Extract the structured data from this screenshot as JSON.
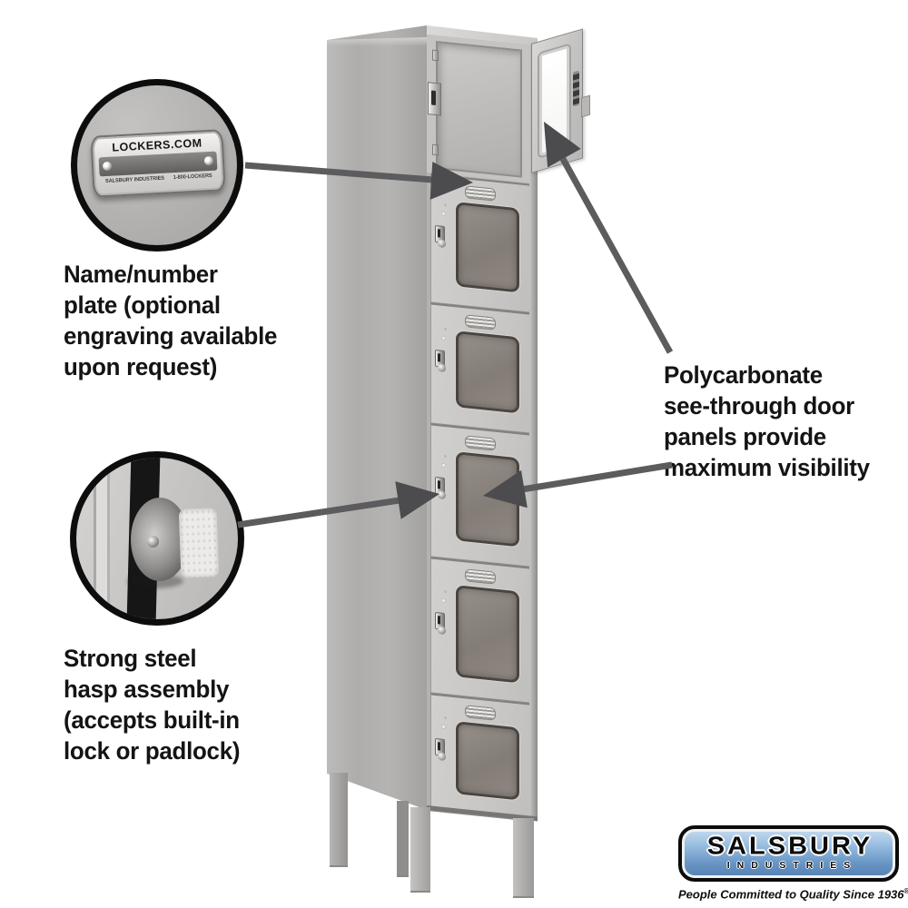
{
  "page": {
    "background": "#ffffff"
  },
  "callouts": {
    "nameplate": {
      "lines": [
        "Name/number",
        "plate (optional",
        "engraving available",
        "upon request)"
      ]
    },
    "hasp": {
      "lines": [
        "Strong steel",
        "hasp assembly",
        "(accepts built-in",
        "lock or padlock)"
      ]
    },
    "polycarbonate": {
      "lines": [
        "Polycarbonate",
        "see-through door",
        "panels provide",
        "maximum visibility"
      ]
    }
  },
  "nameplate_badge": {
    "title": "LOCKERS.COM",
    "footer_left": "SALSBURY INDUSTRIES",
    "footer_right": "1-800-LOCKERS"
  },
  "logo": {
    "brand": "SALSBURY",
    "division": "INDUSTRIES",
    "tagline": "People Committed to Quality Since 1936",
    "registered_mark": "®",
    "colors": {
      "panel_top": "#c6dbee",
      "panel_bottom": "#527fb0",
      "border": "#0b0b0b",
      "text": "#0c0c0c"
    }
  },
  "locker": {
    "tier_count": 6,
    "open_tier": 1,
    "closed_tiers": 5,
    "colors": {
      "door_face": "#c8c7c5",
      "side_panel": "#aeadab",
      "window_panel": "#8a837d",
      "window_frame": "#494541",
      "arrow": "#575759"
    }
  }
}
